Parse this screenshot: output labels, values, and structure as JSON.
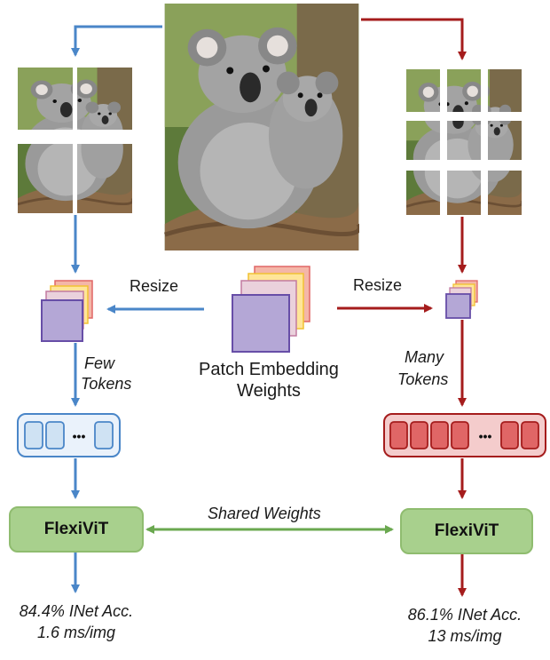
{
  "labels": {
    "resize_left": "Resize",
    "resize_right": "Resize",
    "patch_embedding_line1": "Patch Embedding",
    "patch_embedding_line2": "Weights",
    "few_line1": "Few",
    "few_line2": "Tokens",
    "many_line1": "Many",
    "many_line2": "Tokens",
    "shared_weights": "Shared Weights",
    "token_ellipsis_left": "•••",
    "token_ellipsis_right": "•••"
  },
  "models": {
    "left_name": "FlexiViT",
    "right_name": "FlexiViT"
  },
  "results": {
    "left_acc": "84.4% INet Acc.",
    "left_speed": "1.6 ms/img",
    "right_acc": "86.1% INet Acc.",
    "right_speed": "13 ms/img"
  },
  "grids": {
    "left_patches_per_side": 2,
    "right_patches_per_side": 3
  },
  "colors": {
    "blue_arrow": "#4a86c8",
    "red_arrow": "#a51c1c",
    "green_arrow": "#6aa84f",
    "flexivit_fill": "#a8d08d",
    "patch_purple": "#b4a7d6",
    "token_blue": "#cfe2f3",
    "token_red": "#e06666"
  }
}
